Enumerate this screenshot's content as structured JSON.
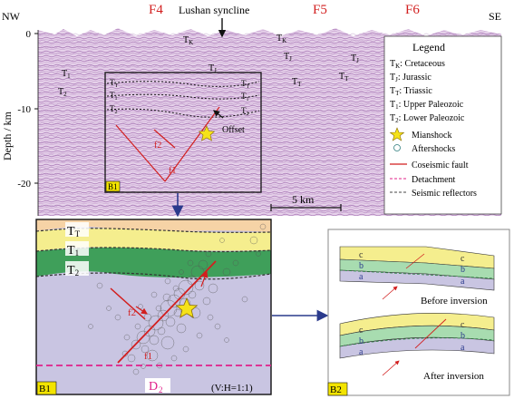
{
  "top": {
    "left_dir": "NW",
    "right_dir": "SE",
    "faults": [
      "F4",
      "F5",
      "F6"
    ],
    "syncline": "Lushan syncline",
    "y_axis_label": "Depth / km",
    "y_ticks": [
      "0",
      "-10",
      "-20"
    ],
    "scale_bar": "5 km",
    "inset_tag": "B1",
    "layer_tags": [
      {
        "text": "T",
        "sub": "K"
      },
      {
        "text": "T",
        "sub": "K"
      },
      {
        "text": "T",
        "sub": "J"
      },
      {
        "text": "T",
        "sub": "J"
      },
      {
        "text": "T",
        "sub": "J"
      },
      {
        "text": "T",
        "sub": "T"
      },
      {
        "text": "T",
        "sub": "T"
      },
      {
        "text": "T",
        "sub": "1"
      },
      {
        "text": "T",
        "sub": "2"
      }
    ],
    "inset_labels": {
      "left": [
        {
          "text": "T",
          "sub": "T"
        },
        {
          "text": "T",
          "sub": "1"
        },
        {
          "text": "T",
          "sub": "2"
        }
      ],
      "right": [
        {
          "text": "T",
          "sub": "T"
        },
        {
          "text": "T",
          "sub": "1"
        },
        {
          "text": "T",
          "sub": "2"
        }
      ],
      "offset": "Offset",
      "f2": "f2",
      "f1": "f1"
    }
  },
  "legend": {
    "title": "Legend",
    "items": [
      {
        "sym": "T",
        "sub": "K",
        "text": ": Cretaceous"
      },
      {
        "sym": "T",
        "sub": "J",
        "text": ": Jurassic"
      },
      {
        "sym": "T",
        "sub": "T",
        "text": ": Triassic"
      },
      {
        "sym": "T",
        "sub": "1",
        "text": ": Upper Paleozoic"
      },
      {
        "sym": "T",
        "sub": "2",
        "text": ": Lower Paleozoic"
      },
      {
        "sym": "star",
        "text": "Mianshock"
      },
      {
        "sym": "circle",
        "text": "Aftershocks"
      },
      {
        "sym": "red-line",
        "text": "Coseismic fault"
      },
      {
        "sym": "pink-dash",
        "text": "Detachment"
      },
      {
        "sym": "gray-dash",
        "text": "Seismic reflectors"
      }
    ]
  },
  "b1": {
    "layers": [
      {
        "text": "T",
        "sub": "T"
      },
      {
        "text": "T",
        "sub": "1"
      },
      {
        "text": "T",
        "sub": "2"
      }
    ],
    "f2": "f2",
    "f1": "f1",
    "detachment": {
      "text": "D",
      "sub": "2"
    },
    "tag": "B1",
    "ratio": "(V:H=1:1)"
  },
  "b2": {
    "tag": "B2",
    "before": "Before inversion",
    "after": "After inversion",
    "layer_letters": [
      "c",
      "b",
      "a"
    ]
  },
  "colors": {
    "seismic": "#d7b8dc",
    "triassic": "#f6d3a6",
    "upper_paleozoic_yellow": "#f5ee8e",
    "green": "#3f9f5a",
    "lower_paleozoic": "#c9c5e2",
    "fault_red": "#d21f1f",
    "detachment_pink": "#e0208a",
    "arrow_navy": "#2a3a8c",
    "tag_yellow": "#f3e400",
    "star_yellow": "#f5e21a"
  }
}
